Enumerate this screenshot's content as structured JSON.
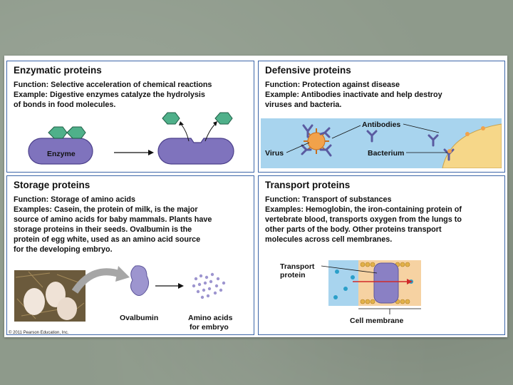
{
  "panels": {
    "enzymatic": {
      "title": "Enzymatic proteins",
      "function": "Function: Selective acceleration of chemical reactions",
      "example_l1": "Example: Digestive enzymes catalyze the hydrolysis",
      "example_l2": "of bonds in food molecules.",
      "enzyme_label": "Enzyme"
    },
    "defensive": {
      "title": "Defensive proteins",
      "function": "Function: Protection against disease",
      "example_l1": "Example: Antibodies inactivate and help destroy",
      "example_l2": "viruses and bacteria.",
      "antibodies_label": "Antibodies",
      "virus_label": "Virus",
      "bacterium_label": "Bacterium"
    },
    "storage": {
      "title": "Storage proteins",
      "function": "Function: Storage of amino acids",
      "lines": [
        "Examples: Casein, the protein of milk, is the major",
        "source of amino acids for baby mammals. Plants have",
        "storage proteins in their seeds. Ovalbumin is the",
        "protein of egg white, used as an amino acid source",
        "for the developing embryo."
      ],
      "ovalbumin_label": "Ovalbumin",
      "amino_l1": "Amino acids",
      "amino_l2": "for embryo"
    },
    "transport": {
      "title": "Transport proteins",
      "function": "Function: Transport of substances",
      "lines": [
        "Examples: Hemoglobin, the iron-containing protein of",
        "vertebrate blood, transports oxygen from the lungs to",
        "other parts of the body. Other proteins transport",
        "molecules across cell membranes."
      ],
      "transport_l1": "Transport",
      "transport_l2": "protein",
      "membrane_label": "Cell membrane"
    }
  },
  "copyright": "© 2011 Pearson Education, Inc.",
  "colors": {
    "border": "#3d66a8",
    "enzyme": "#7f73bd",
    "substrate": "#4fb08a",
    "virus_bg": "#a8d4ee",
    "bacterium": "#f6d789",
    "membrane_bg": "#f6d2a2"
  }
}
